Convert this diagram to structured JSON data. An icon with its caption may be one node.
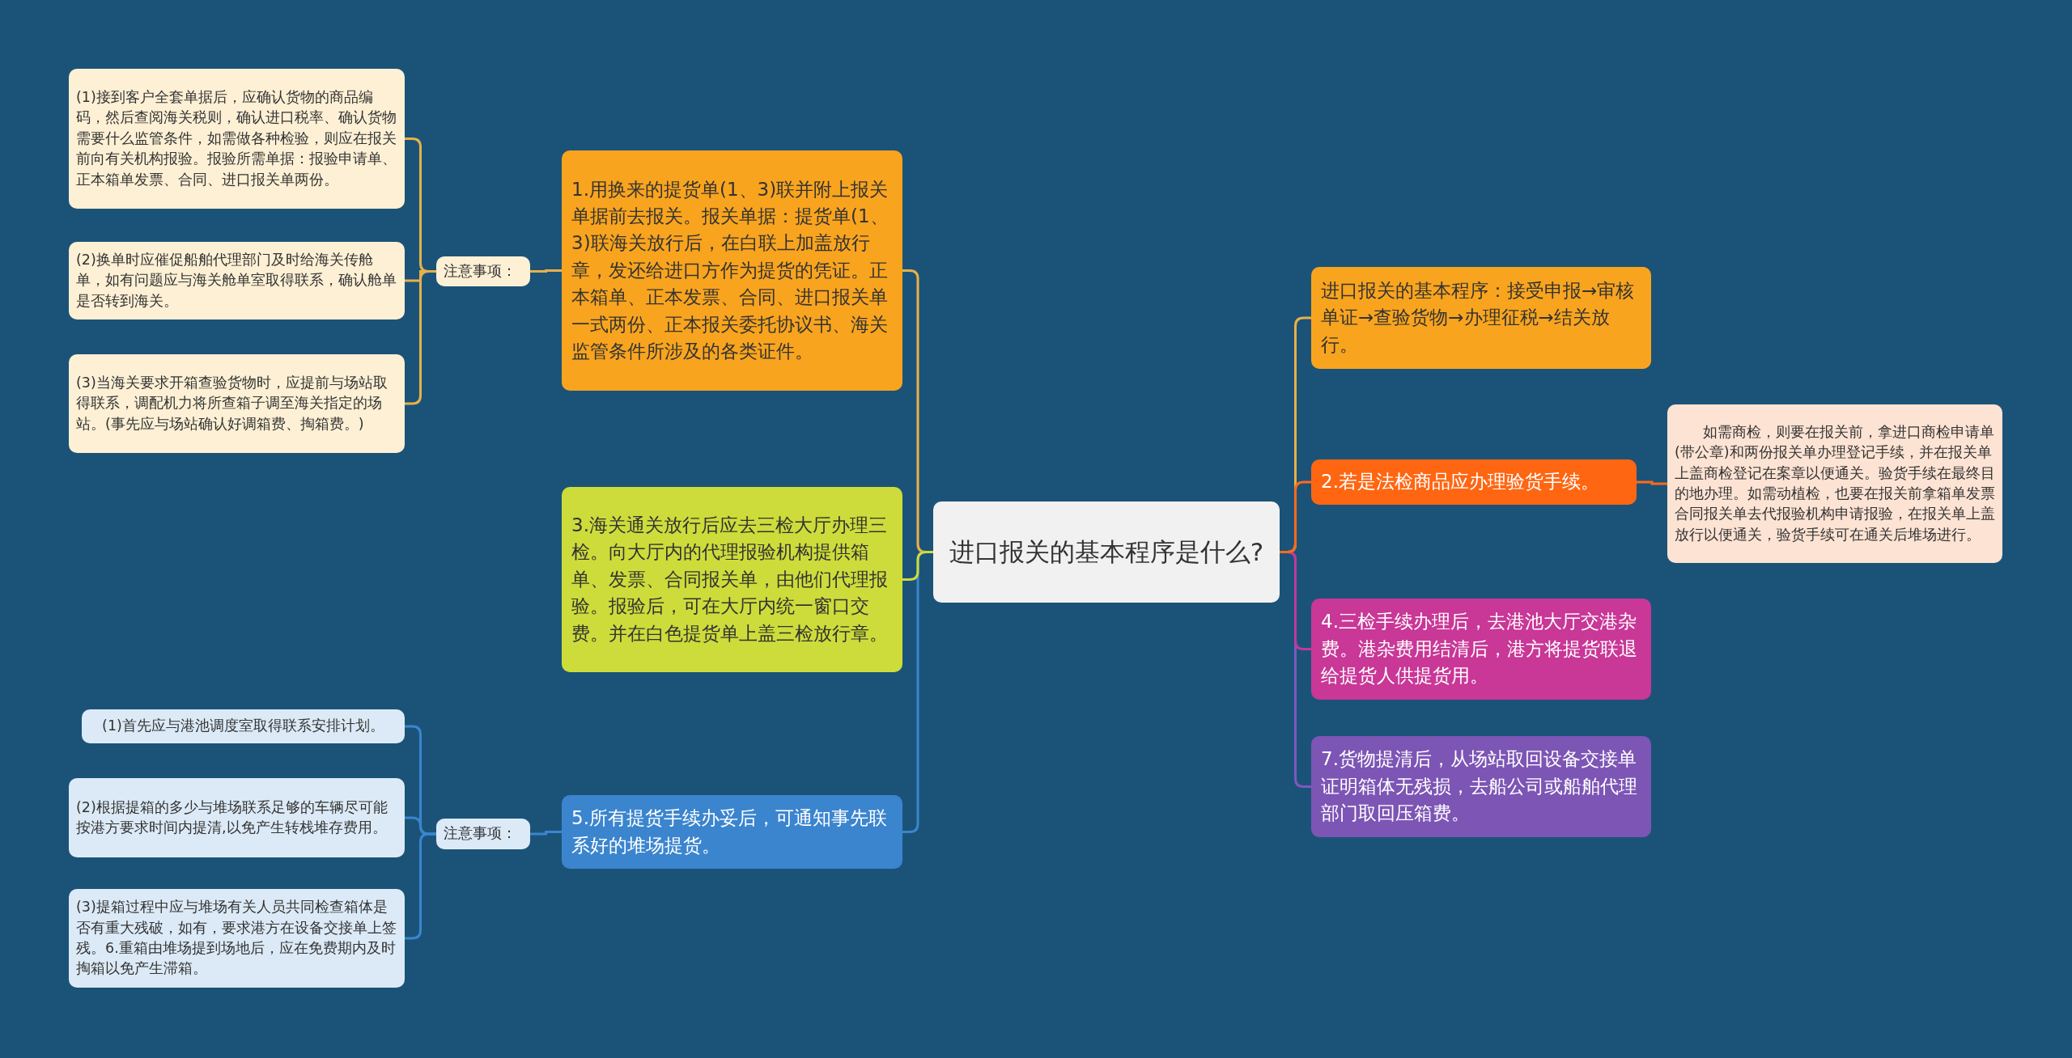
{
  "diagram": {
    "nodes": [
      {
        "text": [
          "进口报关的基本程序是什么?"
        ]
      },
      {
        "text": [
          "进口报关的基本程序：接受申报→审核单证→查验货物→办理征税→结关放行。"
        ]
      },
      {
        "text": [
          "2.若是法检商品应办理验货手续。"
        ]
      },
      {
        "text": [
          "如需商检，则要在报关前，拿进口商检申请单(带公章)和两份报关单办理登记手续，并在报关单上盖商检登记在案章以便通关。验货手续在最终目的地办理。如需动植检，也要在报关前拿箱单发票合同报关单去代报验机构申请报验，在报关单上盖放行以便通关，验货手续可在通关后堆场进行。"
        ]
      },
      {
        "text": [
          "4.三检手续办理后，去港池大厅交港杂费。港杂费用结清后，港方将提货联退给提货人供提货用。"
        ]
      },
      {
        "text": [
          "7.货物提清后，从场站取回设备交接单证明箱体无残损，去船公司或船舶代理部门取回压箱费。"
        ]
      },
      {
        "text": [
          "1.用换来的提货单(1、3)联并附上报关单据前去报关。报关单据：提货单(1、3)联海关放行后，在白联上加盖放行章，发还给进口方作为提货的凭证。正本箱单、正本发票、合同、进口报关单一式两份、正本报关委托协议书、海关监管条件所涉及的各类证件。"
        ]
      },
      {
        "text": [
          "注意事项："
        ]
      },
      {
        "text": [
          "(1)接到客户全套单据后，应确认货物的商品编码，然后查阅海关税则，确认进口税率、确认货物需要什么监管条件，如需做各种检验，则应在报关前向有关机构报验。报验所需单据：报验申请单、正本箱单发票、合同、进口报关单两份。"
        ]
      },
      {
        "text": [
          "(2)换单时应催促船舶代理部门及时给海关传舱单，如有问题应与海关舱单室取得联系，确认舱单是否转到海关。"
        ]
      },
      {
        "text": [
          "(3)当海关要求开箱查验货物时，应提前与场站取得联系，调配机力将所查箱子调至海关指定的场站。(事先应与场站确认好调箱费、掏箱费。)"
        ]
      },
      {
        "text": [
          "3.海关通关放行后应去三检大厅办理三检。向大厅内的代理报验机构提供箱单、发票、合同报关单，由他们代理报验。报验后，可在大厅内统一窗口交费。并在白色提货单上盖三检放行章。"
        ]
      },
      {
        "text": [
          "5.所有提货手续办妥后，可通知事先联系好的堆场提货。"
        ]
      },
      {
        "text": [
          "注意事项："
        ]
      },
      {
        "text": [
          "(1)首先应与港池调度室取得联系安排计划。"
        ]
      },
      {
        "text": [
          "(2)根据提箱的多少与堆场联系足够的车辆尽可能按港方要求时间内提清,以免产生转栈堆存费用。"
        ]
      },
      {
        "text": [
          "(3)提箱过程中应与堆场有关人员共同检查箱体是否有重大残破，如有，要求港方在设备交接单上签残。6.重箱由堆场提到场地后，应在免费期内及时掏箱以免产生滞箱。"
        ]
      }
    ],
    "edges": [
      {
        "from": 0,
        "to": 1,
        "arrow": "none"
      },
      {
        "from": 0,
        "to": 2,
        "arrow": "none",
        "color": "#ff6a1a"
      },
      {
        "from": 2,
        "to": 3,
        "arrow": "none",
        "color": "#ff6a1a"
      },
      {
        "from": 0,
        "to": 4,
        "arrow": "none",
        "color": "#c0399a"
      },
      {
        "from": 0,
        "to": 5,
        "arrow": "none",
        "color": "#7e57c2"
      },
      {
        "from": 0,
        "to": 6,
        "arrow": "none"
      },
      {
        "from": 6,
        "to": 7,
        "arrow": "none"
      },
      {
        "from": 7,
        "to": 8,
        "arrow": "none"
      },
      {
        "from": 7,
        "to": 9,
        "arrow": "none"
      },
      {
        "from": 7,
        "to": 10,
        "arrow": "none"
      },
      {
        "from": 0,
        "to": 11,
        "arrow": "none",
        "color": "#cddc3a"
      },
      {
        "from": 0,
        "to": 12,
        "arrow": "none",
        "color": "#3b85cf"
      },
      {
        "from": 12,
        "to": 13,
        "arrow": "none",
        "color": "#3b85cf"
      },
      {
        "from": 13,
        "to": 14,
        "arrow": "none",
        "color": "#3b85cf"
      },
      {
        "from": 13,
        "to": 15,
        "arrow": "none",
        "color": "#3b85cf"
      },
      {
        "from": 13,
        "to": 16,
        "arrow": "none",
        "color": "#3b85cf"
      }
    ]
  }
}
